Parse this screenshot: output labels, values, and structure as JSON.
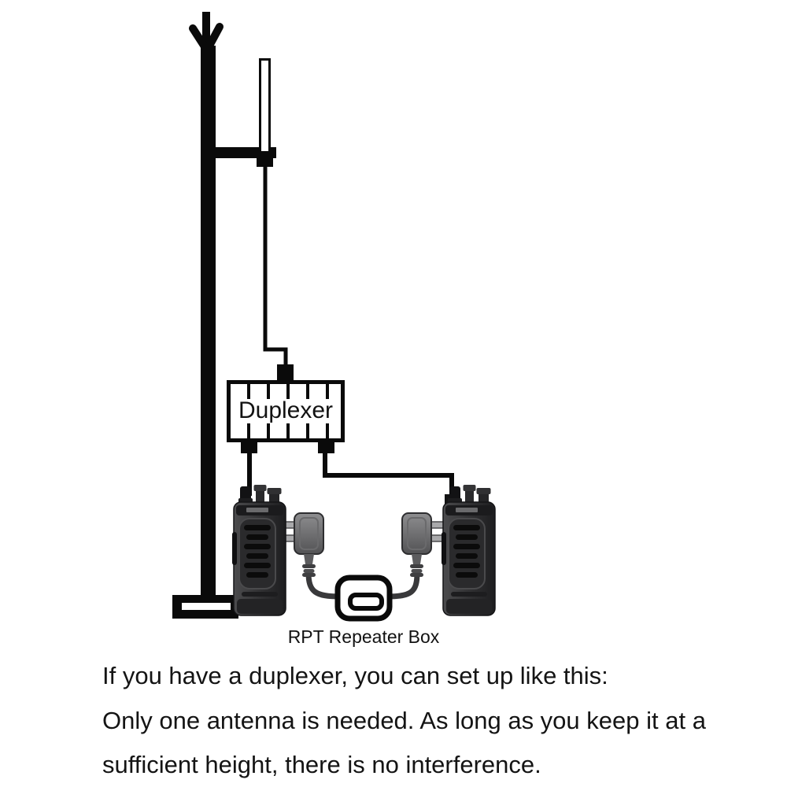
{
  "diagram": {
    "duplexer": {
      "label": "Duplexer"
    },
    "repeater_box": {
      "label": "RPT Repeater Box"
    },
    "colors": {
      "line_black": "#0a0a0a",
      "background": "#ffffff",
      "radio_body_gray": "#3a3a3c",
      "radio_dark": "#1b1b1d",
      "plug_gray": "#8e8e90",
      "cable_dark": "#39393b"
    }
  },
  "caption": {
    "line1": "If you have a duplexer, you can set up like this:",
    "line2": "Only one antenna is needed. As long as you keep it at a",
    "line3": "sufficient height, there is no interference."
  }
}
